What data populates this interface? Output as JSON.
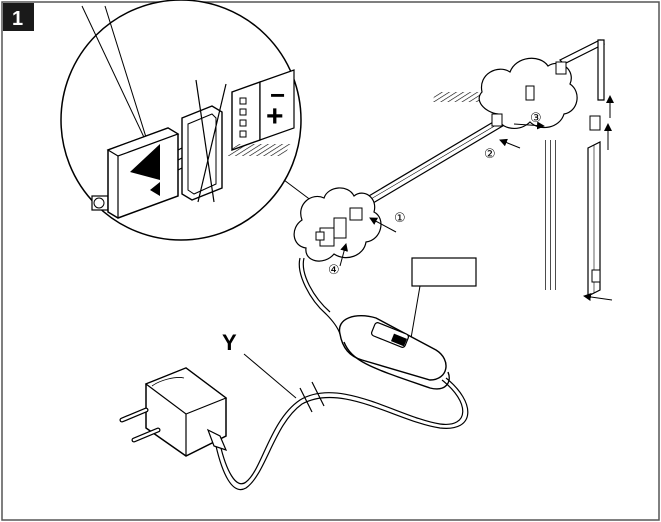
{
  "step_badge": "1",
  "callouts": [
    "①",
    "②",
    "③",
    "④"
  ],
  "cable_label": "Y",
  "polarity": {
    "minus": "−",
    "plus": "+"
  },
  "colors": {
    "line": "#000000",
    "badge_bg": "#1a1a1a",
    "background": "#ffffff"
  }
}
